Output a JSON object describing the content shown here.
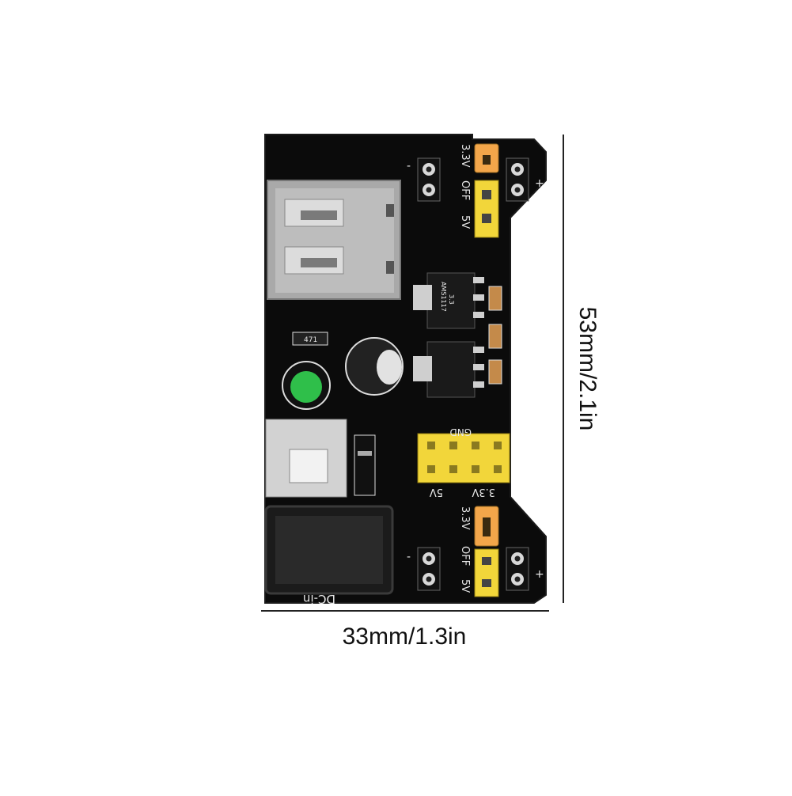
{
  "dimensions": {
    "width": "33mm/1.3in",
    "height": "53mm/2.1in"
  },
  "board_labels": {
    "top_33v": "3.3V",
    "top_off": "OFF",
    "top_5v": "5V",
    "bottom_33v": "3.3V",
    "bottom_off": "OFF",
    "bottom_5v": "5V",
    "gnd": "GND",
    "header_5v": "5V",
    "header_33v": "3.3V",
    "dc_in": "DC-in",
    "minus": "-",
    "plus": "+",
    "resistor": "471",
    "regulator_top": "AMS1117",
    "regulator_bottom": "3.3"
  },
  "colors": {
    "pcb": "#0b0b0b",
    "header": "#f2d63a",
    "jumper": "#f3a64a",
    "led": "#2fbf4a",
    "metal": "#c9c9c9"
  }
}
